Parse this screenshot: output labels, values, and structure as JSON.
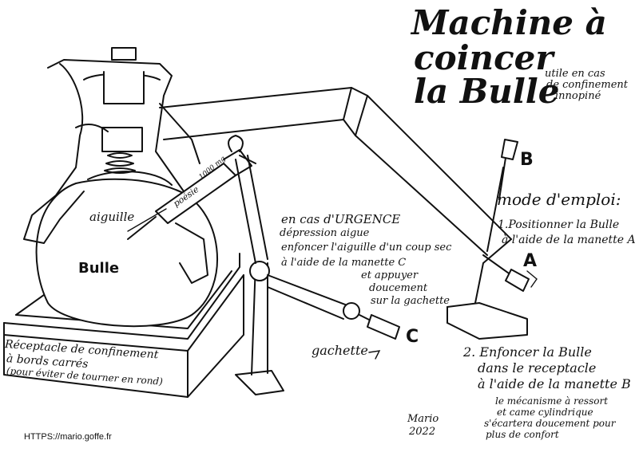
{
  "title": {
    "line1": "Machine à",
    "line2": "coincer",
    "line3": "la Bulle",
    "note1": "utile en cas",
    "note2": "de confinement",
    "note3": "innopiné"
  },
  "labels": {
    "aiguille": "aiguille",
    "bulle": "Bulle",
    "seringue": "poésie",
    "dose": "1000 mg",
    "gachette": "gachette",
    "letter_a": "A",
    "letter_b": "B",
    "letter_c": "C"
  },
  "urgence": {
    "l1": "en cas d'URGENCE",
    "l2": "dépression aigue",
    "l3": "enfoncer l'aiguille d'un coup sec",
    "l4": "à l'aide de la manette C",
    "l5": "et appuyer",
    "l6": "doucement",
    "l7": "sur la gachette"
  },
  "mode": {
    "heading": "mode d'emploi:",
    "s1a": "1.Positionner la Bulle",
    "s1b": "à l'aide de la manette A",
    "s2a": "2. Enfoncer la Bulle",
    "s2b": "dans le receptacle",
    "s2c": "à l'aide de la manette B",
    "n1": "le mécanisme à ressort",
    "n2": "et came cylindrique",
    "n3": "s'écartera doucement pour",
    "n4": "plus de confort"
  },
  "receptacle": {
    "l1": "Réceptacle de confinement",
    "l2": "à bords carrés",
    "l3": "(pour éviter de tourner en rond)"
  },
  "signature": {
    "name": "Mario",
    "year": "2022"
  },
  "footer": {
    "url": "HTTPS://mario.goffe.fr"
  }
}
